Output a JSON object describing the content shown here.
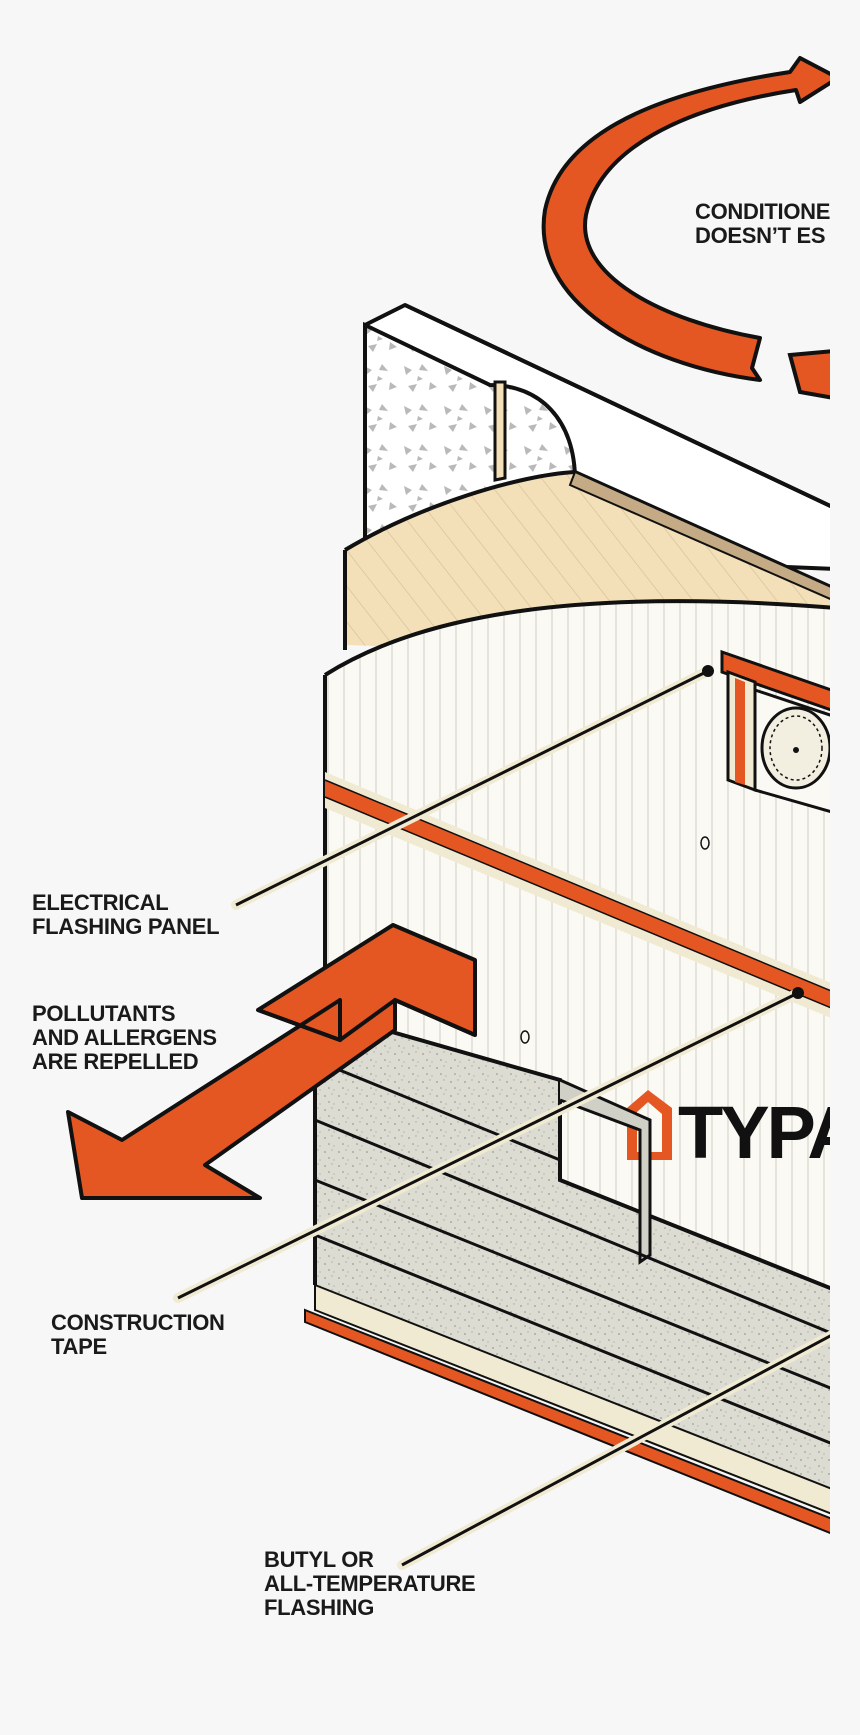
{
  "callouts": {
    "conditioned": {
      "line1": "CONDITIONE",
      "line2": "DOESN’T ES"
    },
    "electrical": {
      "line1": "ELECTRICAL",
      "line2": "FLASHING PANEL"
    },
    "pollutants": {
      "line1": "POLLUTANTS",
      "line2": "AND ALLERGENS",
      "line3": "ARE REPELLED"
    },
    "construction": {
      "line1": "CONSTRUCTION",
      "line2": "TAPE"
    },
    "butyl": {
      "line1": "BUTYL OR",
      "line2": "ALL-TEMPERATURE",
      "line3": "FLASHING"
    }
  },
  "brand": {
    "wordmark": "TYPA",
    "icon": "house-logo-icon"
  },
  "colors": {
    "background": "#f7f7f7",
    "accent": "#e55722",
    "outline": "#111111",
    "wood": "#f3dfb8",
    "wrap": "#fbf9f4",
    "siding": "#dcdcd3",
    "insulation": "#f2f2f2"
  }
}
